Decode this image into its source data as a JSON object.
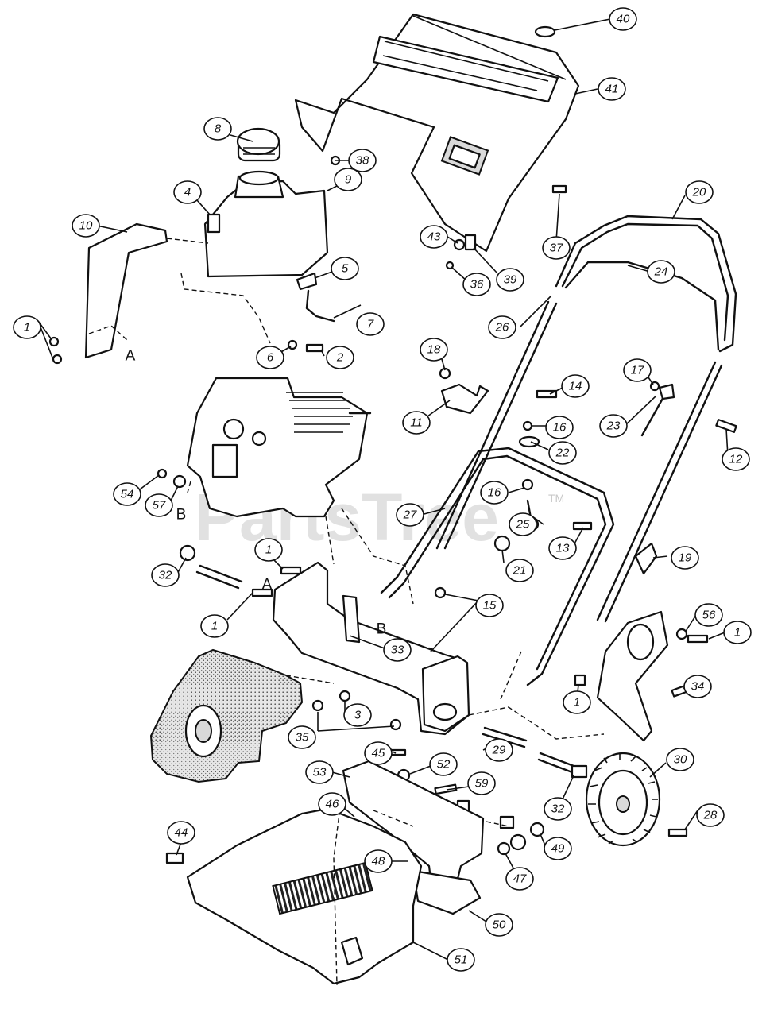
{
  "watermark": {
    "text": "PartsTree",
    "tm": "TM"
  },
  "refs": [
    "A",
    "A",
    "B",
    "B"
  ],
  "callouts": [
    "40",
    "41",
    "8",
    "38",
    "4",
    "9",
    "10",
    "5",
    "43",
    "36",
    "39",
    "37",
    "20",
    "24",
    "7",
    "1",
    "6",
    "2",
    "26",
    "18",
    "17",
    "14",
    "11",
    "16",
    "22",
    "23",
    "12",
    "54",
    "57",
    "16",
    "27",
    "25",
    "13",
    "32",
    "1",
    "21",
    "19",
    "15",
    "1",
    "56",
    "1",
    "33",
    "34",
    "1",
    "3",
    "35",
    "29",
    "45",
    "52",
    "30",
    "53",
    "59",
    "46",
    "32",
    "28",
    "44",
    "49",
    "48",
    "47",
    "50",
    "51"
  ]
}
